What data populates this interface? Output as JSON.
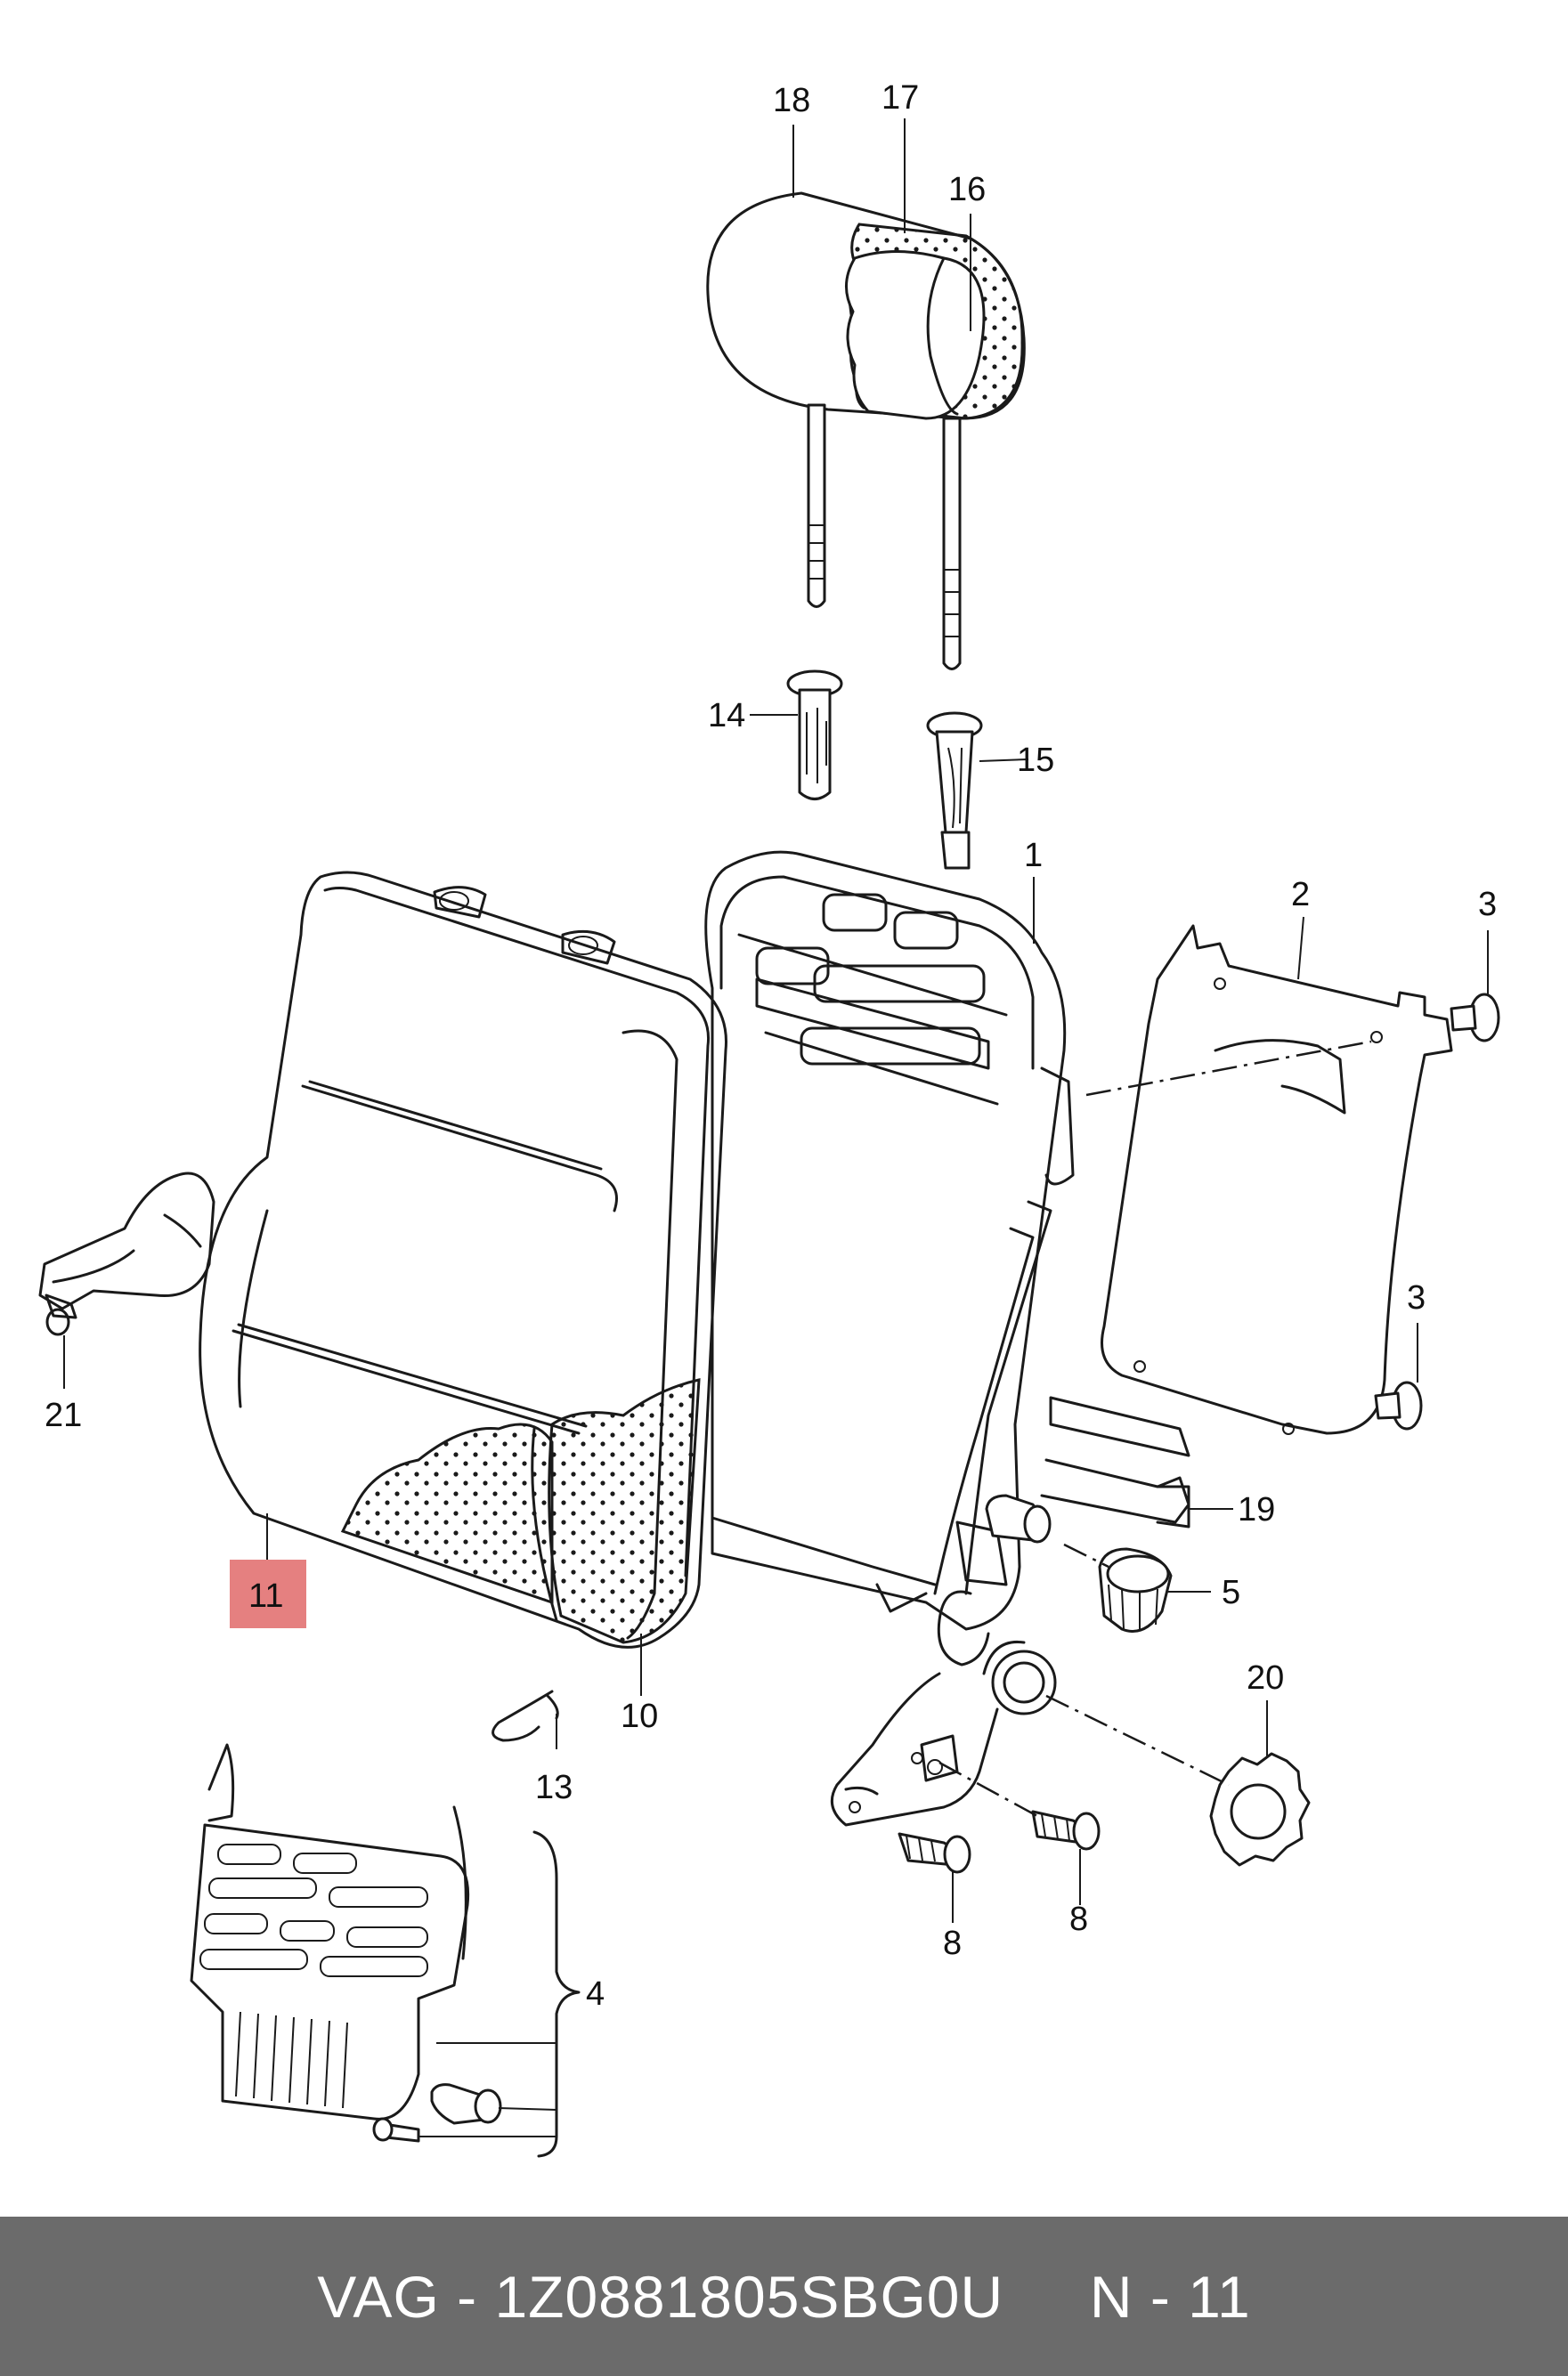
{
  "callouts": {
    "c1": "1",
    "c2": "2",
    "c3a": "3",
    "c3b": "3",
    "c4": "4",
    "c5": "5",
    "c8a": "8",
    "c8b": "8",
    "c10": "10",
    "c11": "11",
    "c13": "13",
    "c14": "14",
    "c15": "15",
    "c16": "16",
    "c17": "17",
    "c18": "18",
    "c19": "19",
    "c20": "20",
    "c21": "21"
  },
  "highlight_color": "#e58080",
  "footer": {
    "brand": "VAG",
    "sep": " - ",
    "part_number": "1Z0881805SBG0U",
    "gap": "     ",
    "position_label": "N - 11"
  }
}
